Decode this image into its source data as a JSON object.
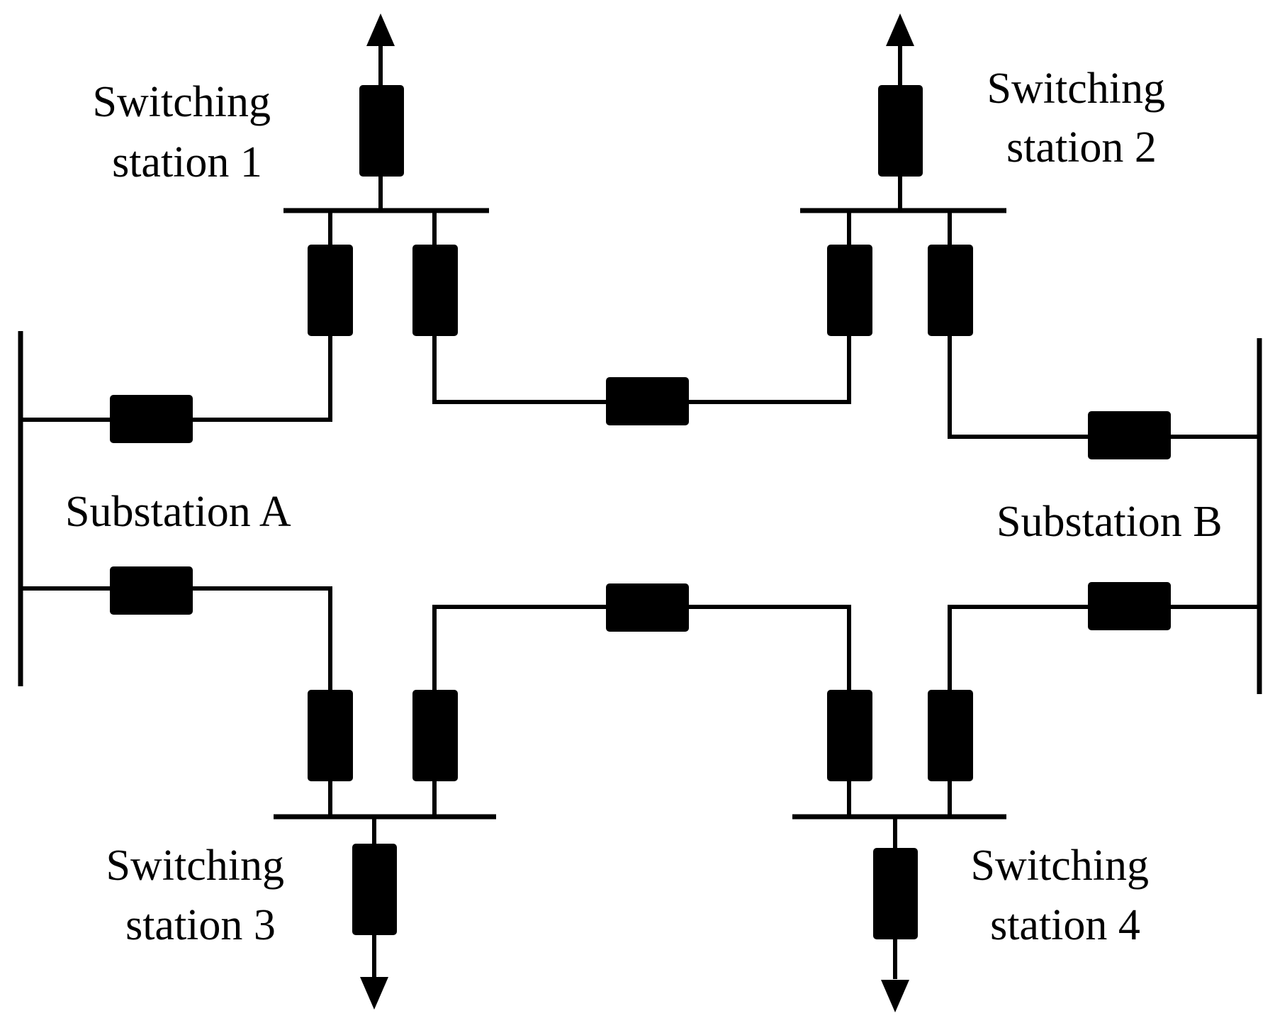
{
  "labels": {
    "switching_station_1": [
      "Switching",
      "station 1"
    ],
    "switching_station_2": [
      "Switching",
      "station 2"
    ],
    "switching_station_3": [
      "Switching",
      "station 3"
    ],
    "switching_station_4": [
      "Switching",
      "station 4"
    ],
    "substation_a": "Substation A",
    "substation_b": "Substation B"
  },
  "colors": {
    "line": "#000000",
    "background": "#ffffff"
  }
}
